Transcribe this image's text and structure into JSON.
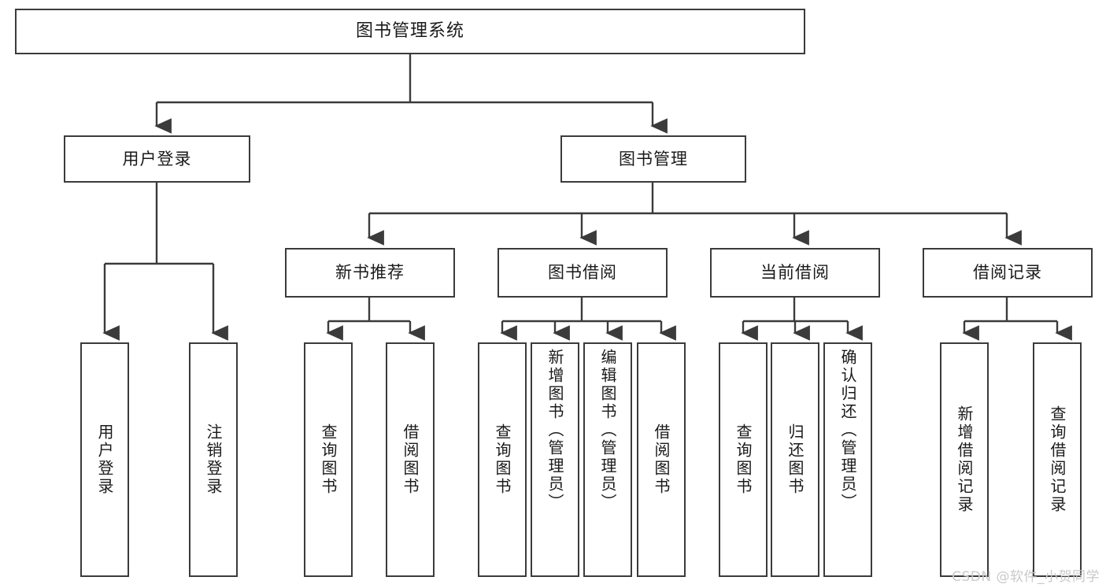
{
  "diagram": {
    "title": "图书管理系统",
    "stroke_color": "#3b3b3b",
    "fill_color": "#ffffff",
    "text_color": "#1a1a1a",
    "background": "#ffffff"
  },
  "nodes": {
    "root": {
      "label": "图书管理系统"
    },
    "level2": [
      {
        "label": "用户登录"
      },
      {
        "label": "图书管理"
      }
    ],
    "level3": [
      {
        "label": "新书推荐"
      },
      {
        "label": "图书借阅"
      },
      {
        "label": "当前借阅"
      },
      {
        "label": "借阅记录"
      }
    ],
    "leaves": {
      "user_login": [
        {
          "label": "用户登录"
        },
        {
          "label": "注销登录"
        }
      ],
      "new_book": [
        {
          "label": "查询图书"
        },
        {
          "label": "借阅图书"
        }
      ],
      "borrow_book": [
        {
          "label": "查询图书"
        },
        {
          "label": "新增图书（管理员）"
        },
        {
          "label": "编辑图书（管理员）"
        },
        {
          "label": "借阅图书"
        }
      ],
      "current_borrow": [
        {
          "label": "查询图书"
        },
        {
          "label": "归还图书"
        },
        {
          "label": "确认归还（管理员）"
        }
      ],
      "borrow_record": [
        {
          "label": "新增借阅记录"
        },
        {
          "label": "查询借阅记录"
        }
      ]
    }
  },
  "watermark": {
    "text": "CSDN @软件_小贺同学"
  }
}
